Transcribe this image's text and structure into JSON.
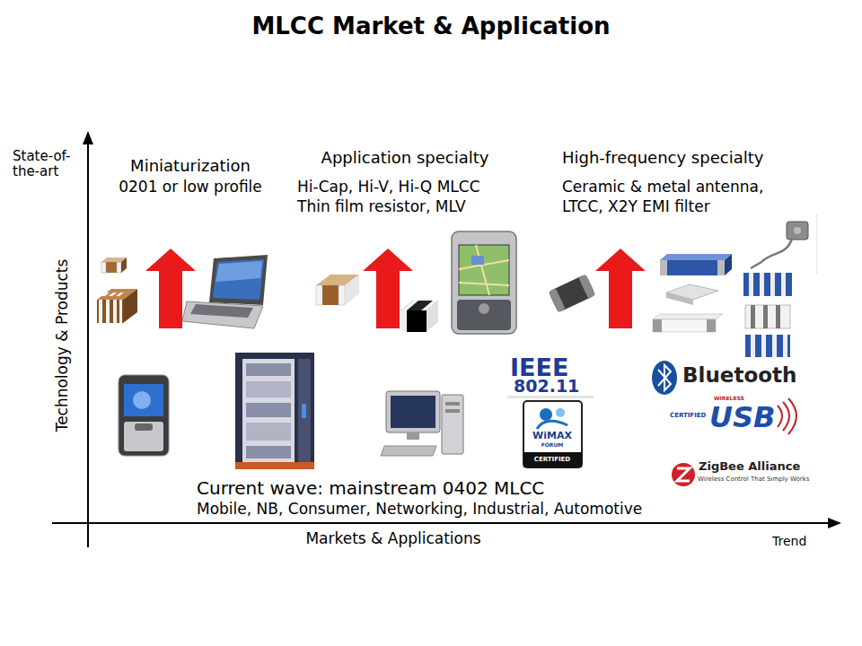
{
  "diagram": {
    "title": "MLCC Market & Application",
    "labels": [
      "State-of-the-art",
      "Technology & Products",
      "Miniaturization",
      "0201 or low profile",
      "Application specialty",
      "Hi-Cap, Hi-V, Hi-Q MLCC",
      "Thin film resistor, MLV",
      "High-frequency specialty",
      "Ceramic & metal antenna,",
      "LTCC, X2Y EMI filter",
      "Current wave: mainstream 0402 MLCC",
      "Mobile, NB, Consumer, Networking, Industrial, Automotive",
      "Markets & Applications",
      "Trend",
      "IEEE",
      "802.11",
      "WiMAX",
      "FORUM",
      "CERTIFIED",
      "Bluetooth",
      "WIRELESS",
      "CERTIFIED",
      "USB",
      "ZigBee Alliance",
      "Wireless Control That Simply Works"
    ]
  }
}
